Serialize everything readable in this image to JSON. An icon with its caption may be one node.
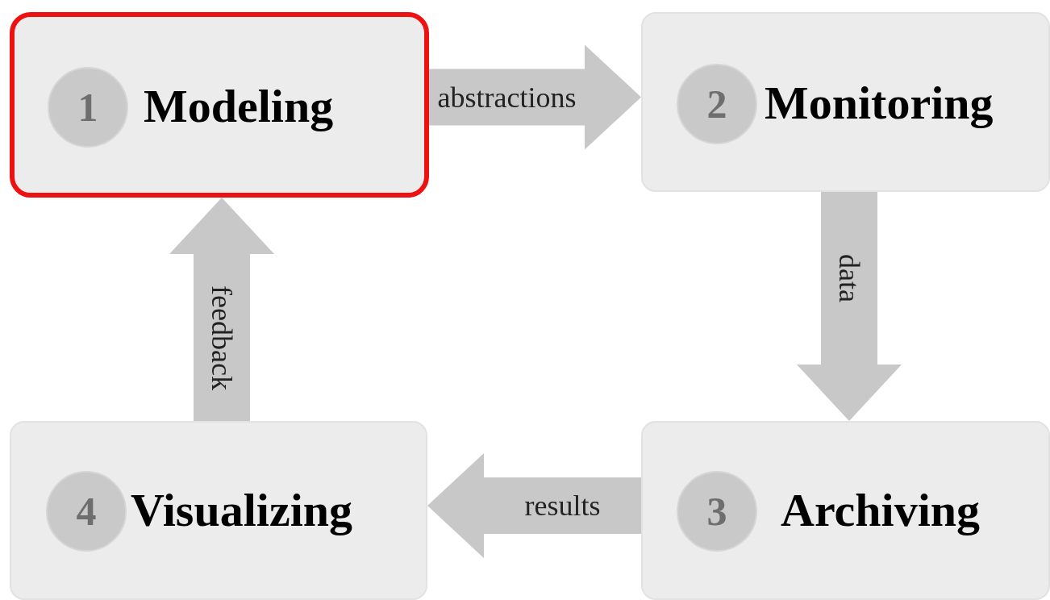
{
  "diagram": {
    "nodes": [
      {
        "text": [
          "Modeling"
        ]
      },
      {
        "text": [
          "1"
        ],
        "in": 0
      },
      {
        "text": [
          "Monitoring"
        ]
      },
      {
        "text": [
          "2"
        ],
        "in": 2
      },
      {
        "text": [
          "Visualizing"
        ]
      },
      {
        "text": [
          "4"
        ],
        "in": 4
      },
      {
        "text": [
          "Archiving"
        ]
      },
      {
        "text": [
          "3"
        ],
        "in": 6
      }
    ],
    "edges": [
      {
        "from": 0,
        "to": 2,
        "arrow": "to",
        "label": "abstractions"
      },
      {
        "from": 2,
        "to": 6,
        "arrow": "to",
        "label": "data"
      },
      {
        "from": 6,
        "to": 4,
        "arrow": "to",
        "label": "results"
      },
      {
        "from": 4,
        "to": 0,
        "arrow": "to",
        "label": "feedback"
      }
    ]
  }
}
